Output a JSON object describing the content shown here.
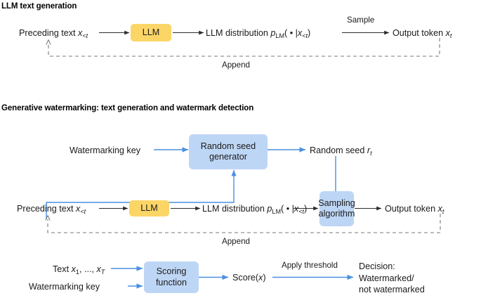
{
  "figure": {
    "background": "#ffffff",
    "accent_blue": "#4a90e2",
    "box_blue_fill": "#bed6f5",
    "box_amber_fill": "#fbd566",
    "arrow_dark": "#2b2b2b"
  },
  "sections": [
    {
      "id": "llm-text-generation",
      "title": "LLM text generation",
      "nodes": [
        {
          "id": "preceding-text",
          "label": "Preceding text x<t"
        },
        {
          "id": "llm-box",
          "label": "LLM",
          "style": "amber"
        },
        {
          "id": "llm-distribution",
          "label": "LLM distribution pLM( • |x<t)"
        },
        {
          "id": "output-token",
          "label": "Output token xt"
        }
      ],
      "edge_labels": [
        {
          "id": "sample",
          "label": "Sample"
        },
        {
          "id": "append",
          "label": "Append"
        }
      ]
    },
    {
      "id": "generative-watermarking",
      "title": "Generative watermarking: text generation and watermark detection",
      "nodes": [
        {
          "id": "watermarking-key",
          "label": "Watermarking key"
        },
        {
          "id": "random-seed-generator",
          "label": "Random seed generator",
          "style": "blue"
        },
        {
          "id": "random-seed",
          "label": "Random seed rt"
        },
        {
          "id": "preceding-text-2",
          "label": "Preceding text x<t"
        },
        {
          "id": "llm-box-2",
          "label": "LLM",
          "style": "amber"
        },
        {
          "id": "llm-distribution-2",
          "label": "LLM distribution pLM( • |x<t)"
        },
        {
          "id": "sampling-algorithm",
          "label": "Sampling algorithm",
          "style": "blue"
        },
        {
          "id": "output-token-2",
          "label": "Output token xt"
        }
      ],
      "edge_labels": [
        {
          "id": "append-2",
          "label": "Append"
        }
      ]
    },
    {
      "id": "watermark-detection",
      "nodes": [
        {
          "id": "text-sequence",
          "label": "Text x1, ..., xT"
        },
        {
          "id": "watermarking-key-2",
          "label": "Watermarking key"
        },
        {
          "id": "scoring-function",
          "label": "Scoring function",
          "style": "blue"
        },
        {
          "id": "score",
          "label": "Score(x)"
        },
        {
          "id": "decision",
          "label": "Decision: Watermarked/ not watermarked"
        }
      ],
      "edge_labels": [
        {
          "id": "apply-threshold",
          "label": "Apply threshold"
        }
      ]
    }
  ],
  "labels": {
    "title_1": "LLM text generation",
    "title_2": "Generative watermarking: text generation and watermark detection",
    "llm": "LLM",
    "sample": "Sample",
    "append": "Append",
    "watermarking_key": "Watermarking key",
    "random_seed_generator_line1": "Random seed",
    "random_seed_generator_line2": "generator",
    "sampling_line1": "Sampling",
    "sampling_line2": "algorithm",
    "scoring_line1": "Scoring",
    "scoring_line2": "function",
    "apply_threshold": "Apply threshold",
    "decision_line1": "Decision:",
    "decision_line2": "Watermarked/",
    "decision_line3": "not watermarked"
  }
}
